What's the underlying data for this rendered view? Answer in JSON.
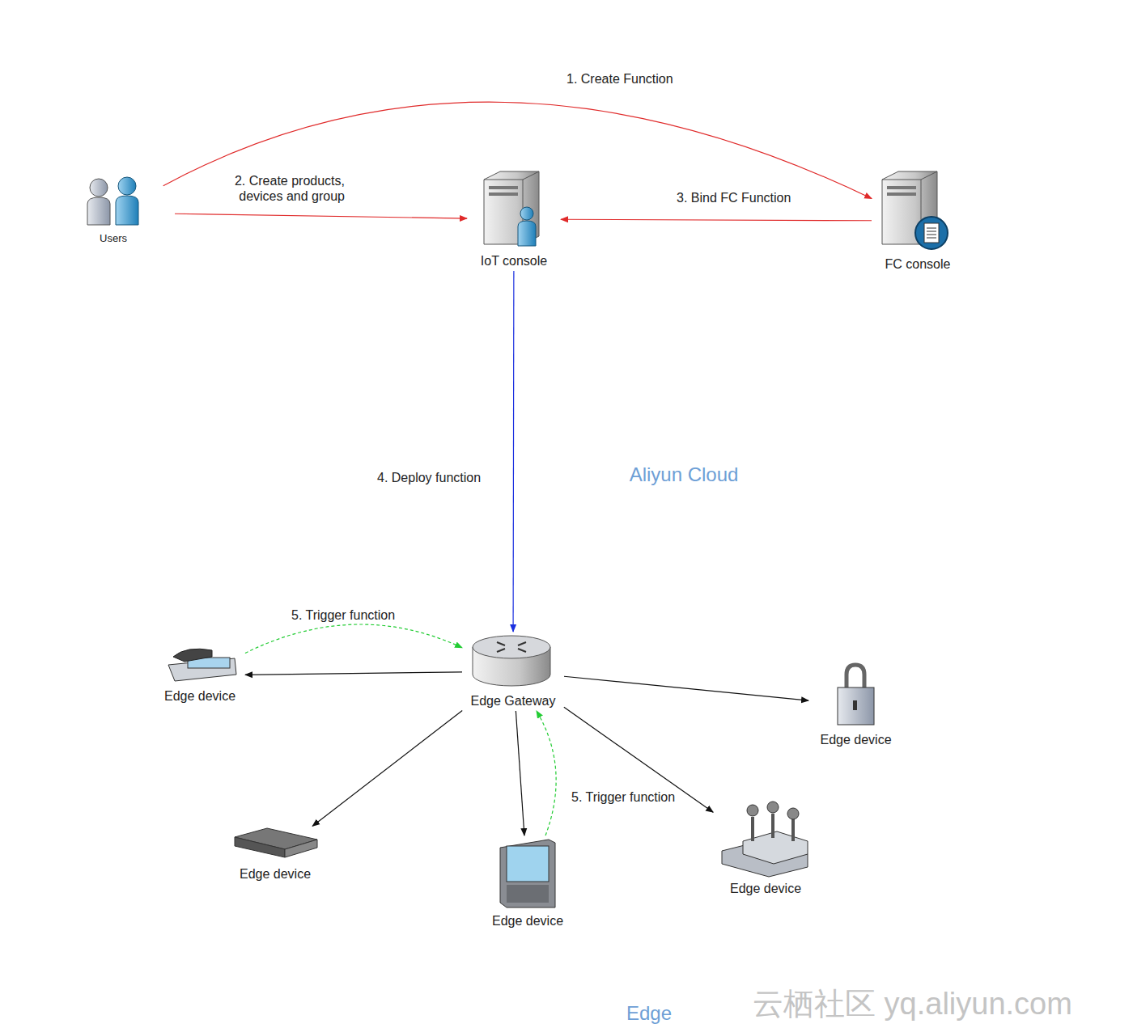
{
  "diagram": {
    "nodes": [
      {
        "text": [
          "Users"
        ]
      },
      {
        "text": [
          "Aliyun Cloud"
        ]
      },
      {
        "text": [
          "IoT console"
        ],
        "in": 1
      },
      {
        "text": [
          "FC console"
        ],
        "in": 1
      },
      {
        "text": [
          "Edge"
        ]
      },
      {
        "text": [
          "Edge Gateway"
        ],
        "in": 4
      },
      {
        "text": [
          "Edge device"
        ],
        "in": 4
      },
      {
        "text": [
          "Edge device"
        ],
        "in": 4
      },
      {
        "text": [
          "Edge device"
        ],
        "in": 4
      },
      {
        "text": [
          "Edge device"
        ],
        "in": 4
      },
      {
        "text": [
          "Edge device"
        ],
        "in": 4
      }
    ],
    "edges": [
      {
        "from": 0,
        "to": 3,
        "arrow": "to",
        "label": "1. Create Function"
      },
      {
        "from": 0,
        "to": 2,
        "arrow": "to",
        "label": "2. Create products, devices and group"
      },
      {
        "from": 3,
        "to": 2,
        "arrow": "to",
        "label": "3. Bind FC Function"
      },
      {
        "from": 2,
        "to": 5,
        "arrow": "to",
        "label": "4. Deploy function"
      },
      {
        "from": 5,
        "to": 6,
        "arrow": "to"
      },
      {
        "from": 6,
        "to": 5,
        "arrow": "to",
        "label": "5. Trigger function"
      },
      {
        "from": 5,
        "to": 7,
        "arrow": "to"
      },
      {
        "from": 5,
        "to": 8,
        "arrow": "to"
      },
      {
        "from": 5,
        "to": 9,
        "arrow": "to"
      },
      {
        "from": 9,
        "to": 5,
        "arrow": "to",
        "label": "5. Trigger function"
      },
      {
        "from": 5,
        "to": 10,
        "arrow": "to"
      }
    ],
    "labels": [
      "云栖社区 yq.aliyun.com"
    ]
  }
}
